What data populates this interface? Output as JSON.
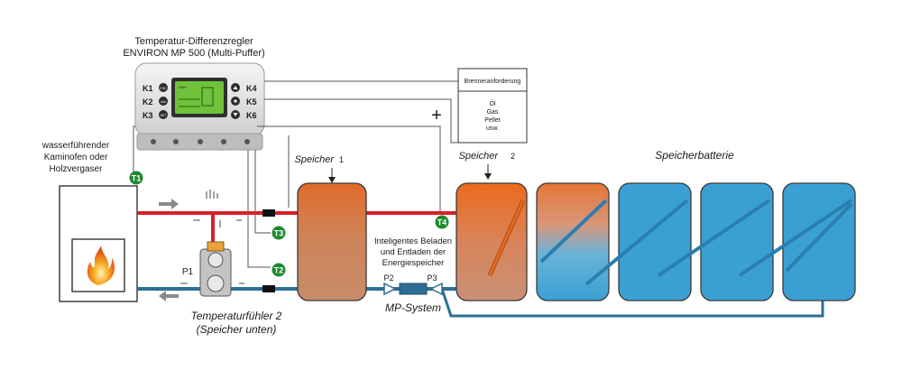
{
  "controller": {
    "title_line1": "Temperatur-Differenzregler",
    "title_line2": "ENVIRON MP 500 (Multi-Puffer)",
    "left_keys": [
      "K1",
      "K2",
      "K3"
    ],
    "right_keys": [
      "K4",
      "K5",
      "K6"
    ],
    "left_buttons": [
      "ESC",
      "Info",
      "SET"
    ],
    "screen_color": "#6fc23a",
    "screen_text": "Ofen"
  },
  "burner": {
    "title": "Brenneranforderung",
    "fuels": [
      "Öl",
      "Gas",
      "Pellet",
      "usw."
    ],
    "plus": "+"
  },
  "stove": {
    "label_lines": [
      "wasserführender",
      "Kaminofen oder",
      "Holzvergaser"
    ]
  },
  "sensors": [
    "T1",
    "T2",
    "T3",
    "T4"
  ],
  "tanks": {
    "speicher1_word": "Speicher",
    "speicher1_num": "1",
    "speicher2_word": "Speicher",
    "speicher2_num": "2",
    "battery_label": "Speicherbatterie"
  },
  "pumps": {
    "p1": "P1",
    "p2": "P2",
    "p3": "P3"
  },
  "labels": {
    "beladen_lines": [
      "Inteligentes Beladen",
      "und Entladen der",
      "Energiespeicher"
    ],
    "mp_system": "MP-System",
    "fuehler_line1": "Temperaturfühler 2",
    "fuehler_line2": "(Speicher unten)"
  },
  "colors": {
    "hot": "#d8202a",
    "cold": "#2d6f93",
    "tank_copper": "#c98152",
    "tank_orange": "#e8651f",
    "tank_blue": "#3aa0d4",
    "sensor_green": "#1c8a2e"
  }
}
